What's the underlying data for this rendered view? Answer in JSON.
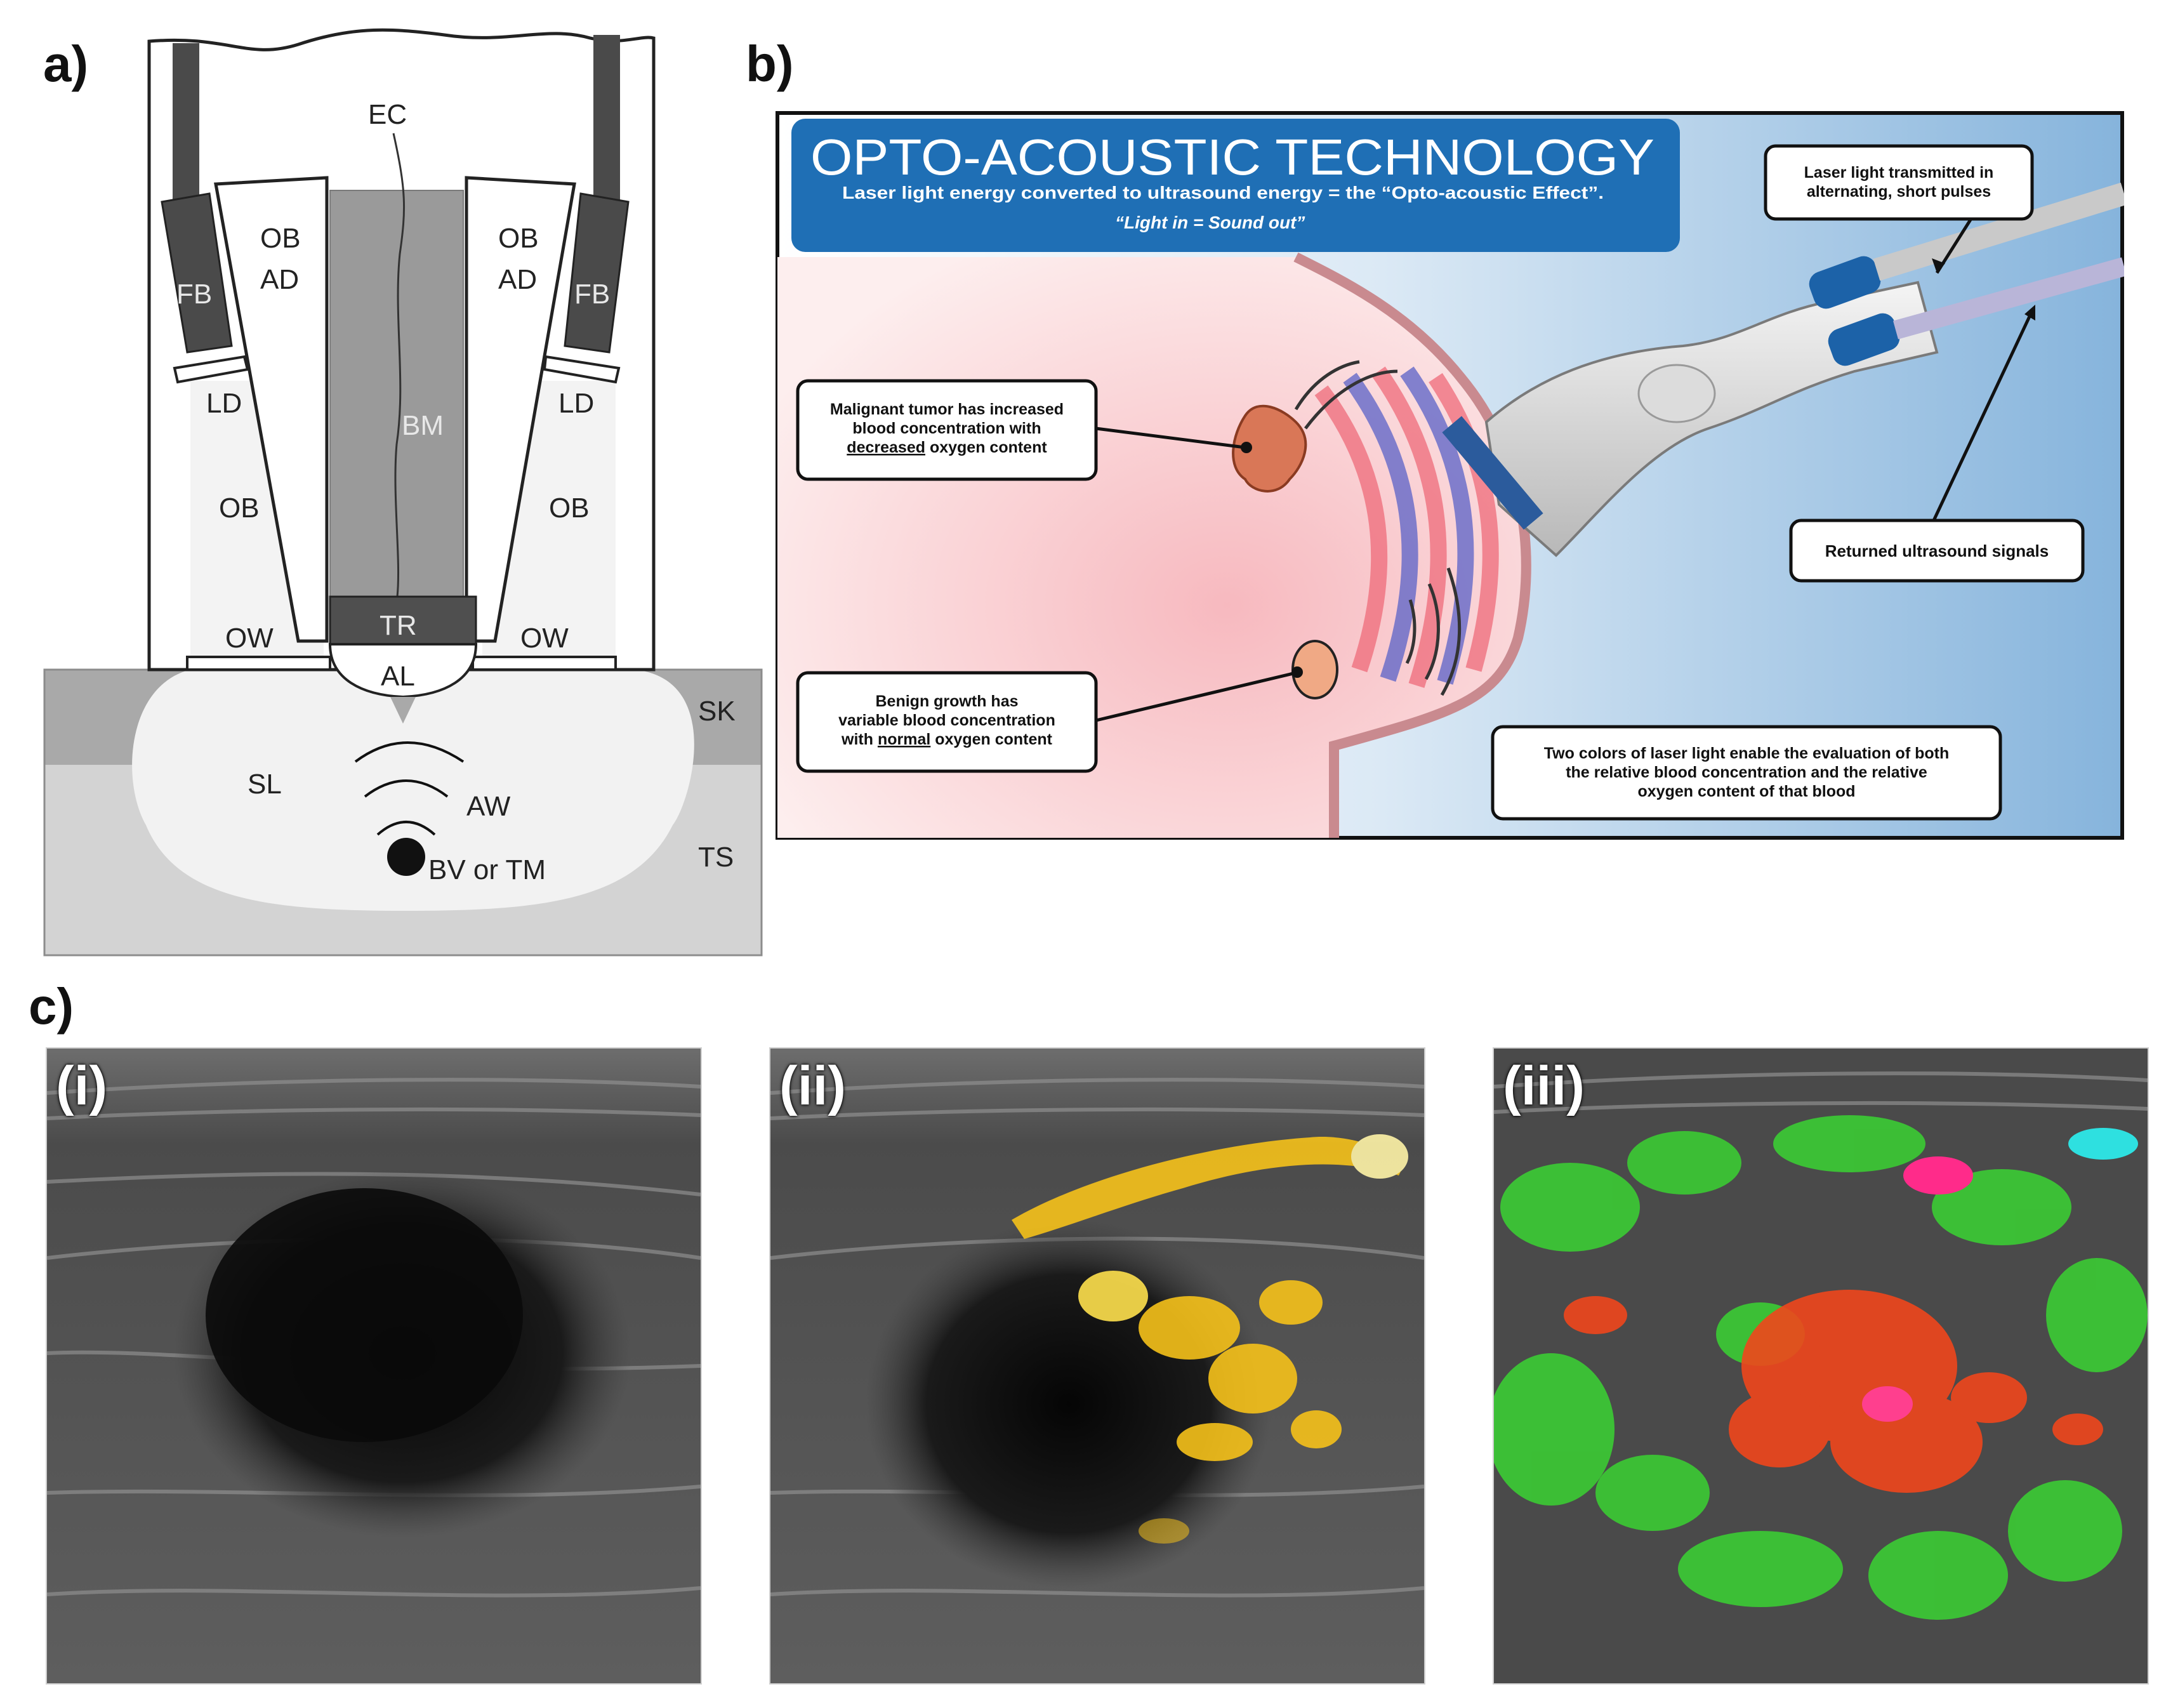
{
  "panels": {
    "a": {
      "letter": "a)",
      "labels": {
        "EC": "EC",
        "OB_AD_left_1": "OB",
        "OB_AD_left_2": "AD",
        "OB_AD_right_1": "OB",
        "OB_AD_right_2": "AD",
        "FB_left": "FB",
        "FB_right": "FB",
        "LD_left": "LD",
        "LD_right": "LD",
        "BM": "BM",
        "OB_left": "OB",
        "OB_right": "OB",
        "TR": "TR",
        "OW_left": "OW",
        "OW_right": "OW",
        "AL": "AL",
        "SK": "SK",
        "SL": "SL",
        "AW": "AW",
        "BV": "BV or TM",
        "TS": "TS"
      }
    },
    "b": {
      "letter": "b)",
      "title": "OPTO-ACOUSTIC TECHNOLOGY",
      "subtitle": "Laser light energy converted to ultrasound energy = the “Opto-acoustic Effect”.",
      "tagline": "“Light in = Sound out”",
      "callouts": {
        "laser": [
          "Laser light transmitted in",
          "alternating, short pulses"
        ],
        "malignant": [
          "Malignant tumor has increased",
          "blood concentration with",
          "decreased",
          " oxygen content"
        ],
        "returned": [
          "Returned ultrasound signals"
        ],
        "benign": [
          "Benign growth has",
          "variable blood concentration",
          "with ",
          "normal",
          " oxygen content"
        ],
        "colors": [
          "Two colors of laser light enable the evaluation of both",
          "the relative blood concentration and the relative",
          "oxygen content of that blood"
        ]
      },
      "colors": {
        "title_bg": "#1f6fb5",
        "background": "#a8cbe6",
        "tissue": "#f6c9cc",
        "probe_accent": "#1c62a8"
      }
    },
    "c": {
      "letter": "c)",
      "images": [
        {
          "label": "(i)"
        },
        {
          "label": "(ii)"
        },
        {
          "label": "(iii)"
        }
      ]
    }
  }
}
